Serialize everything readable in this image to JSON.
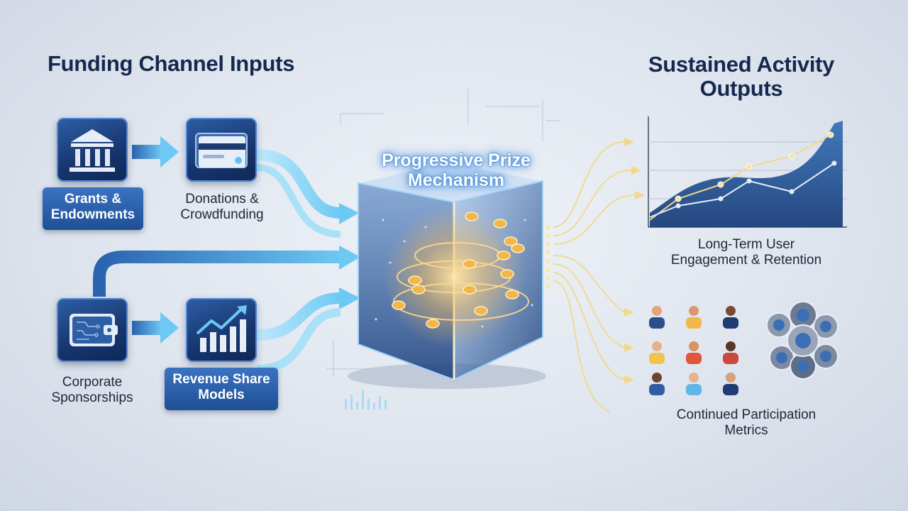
{
  "headings": {
    "inputs": "Funding Channel Inputs",
    "outputs_line1": "Sustained Activity",
    "outputs_line2": "Outputs"
  },
  "inputs": {
    "grants": {
      "line1": "Grants &",
      "line2": "Endowments",
      "icon": "bank-icon"
    },
    "donations": {
      "line1": "Donations &",
      "line2": "Crowdfunding",
      "icon": "credit-card-icon"
    },
    "corporate": {
      "line1": "Corporate",
      "line2": "Sponsorships",
      "icon": "wallet-icon"
    },
    "revenue": {
      "line1": "Revenue Share",
      "line2": "Models",
      "icon": "growth-chart-icon"
    }
  },
  "mechanism": {
    "line1": "Progressive Prize",
    "line2": "Mechanism"
  },
  "outputs": {
    "engagement": {
      "line1": "Long-Term User",
      "line2": "Engagement & Retention",
      "icon": "area-line-chart-icon"
    },
    "participation": {
      "line1": "Continued Participation",
      "line2": "Metrics",
      "icon": "people-and-badges-icon"
    }
  },
  "colors": {
    "heading": "#16284f",
    "icon_box": "#1f4a8e",
    "flow_arrow": "#7fd3f7",
    "output_arrow": "#f2d88a",
    "chart_fill": "#2a5d9c"
  }
}
